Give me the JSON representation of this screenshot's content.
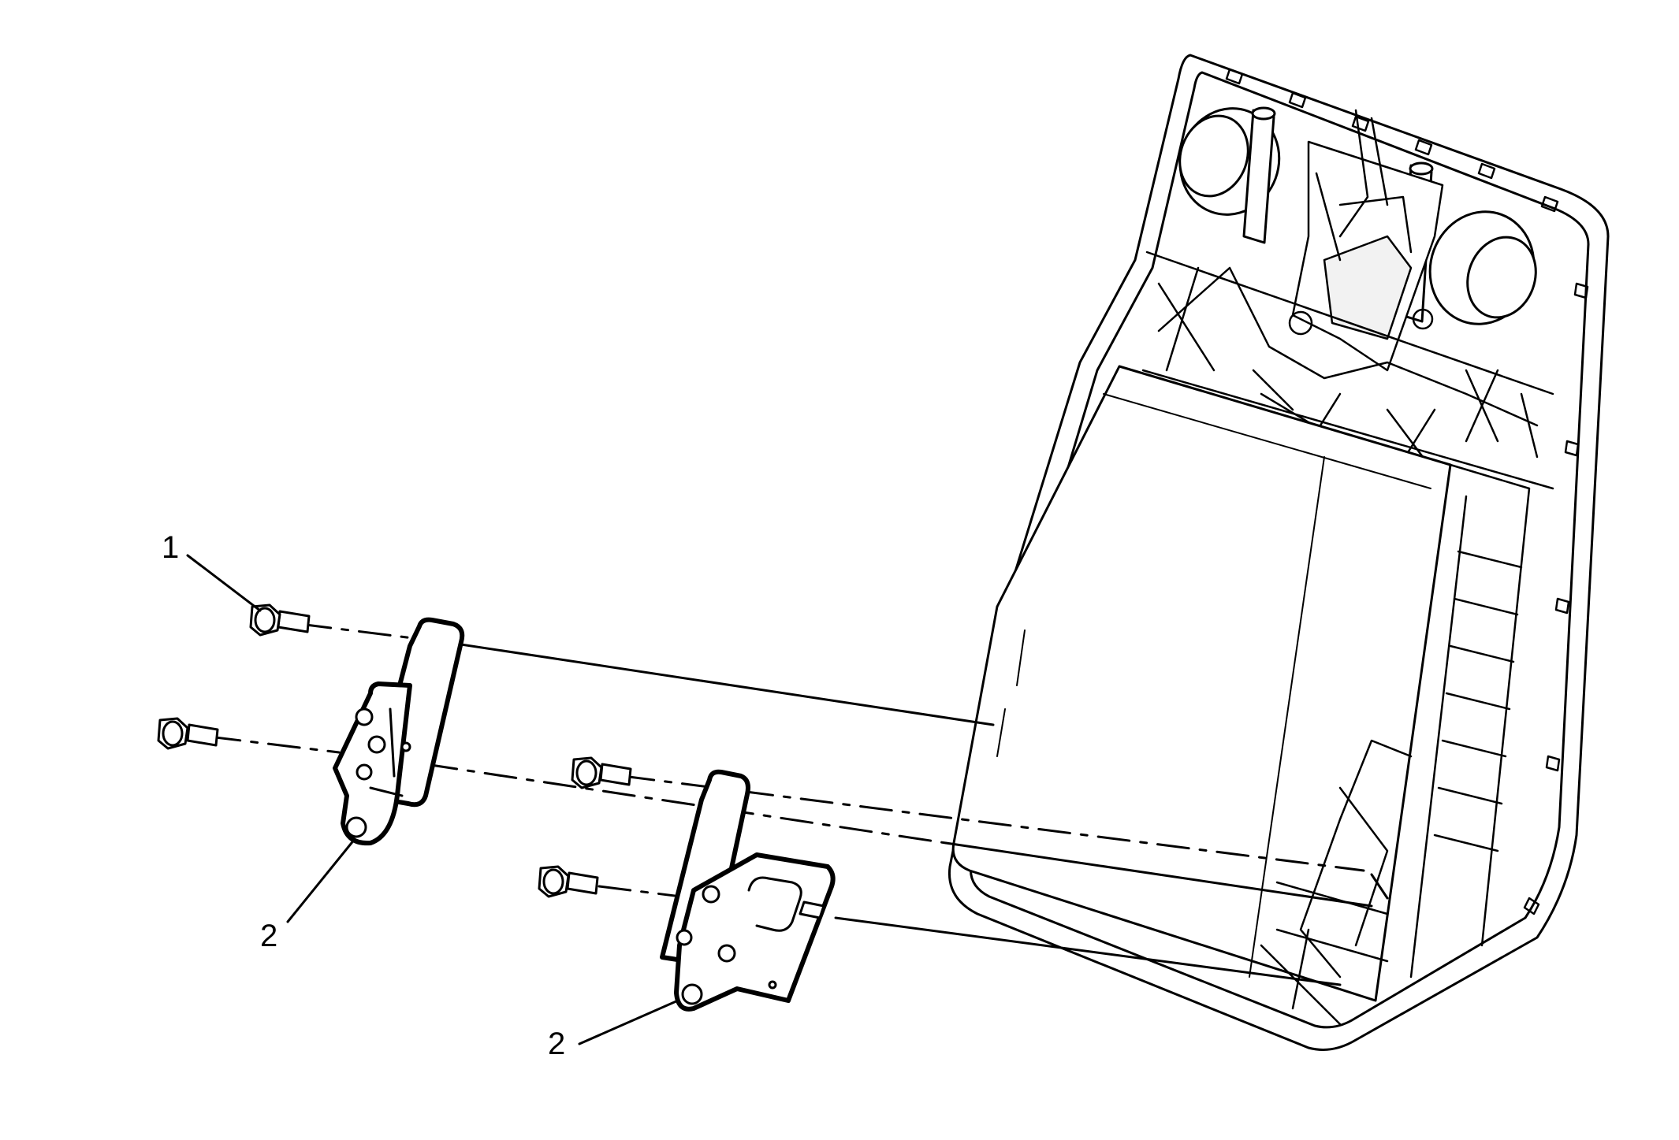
{
  "callouts": [
    {
      "id": "bolt",
      "label": "1"
    },
    {
      "id": "bracket-left",
      "label": "2"
    },
    {
      "id": "bracket-right",
      "label": "2"
    }
  ],
  "colors": {
    "line": "#000000",
    "fill": "#ffffff",
    "shade": "#f2f2f2"
  }
}
